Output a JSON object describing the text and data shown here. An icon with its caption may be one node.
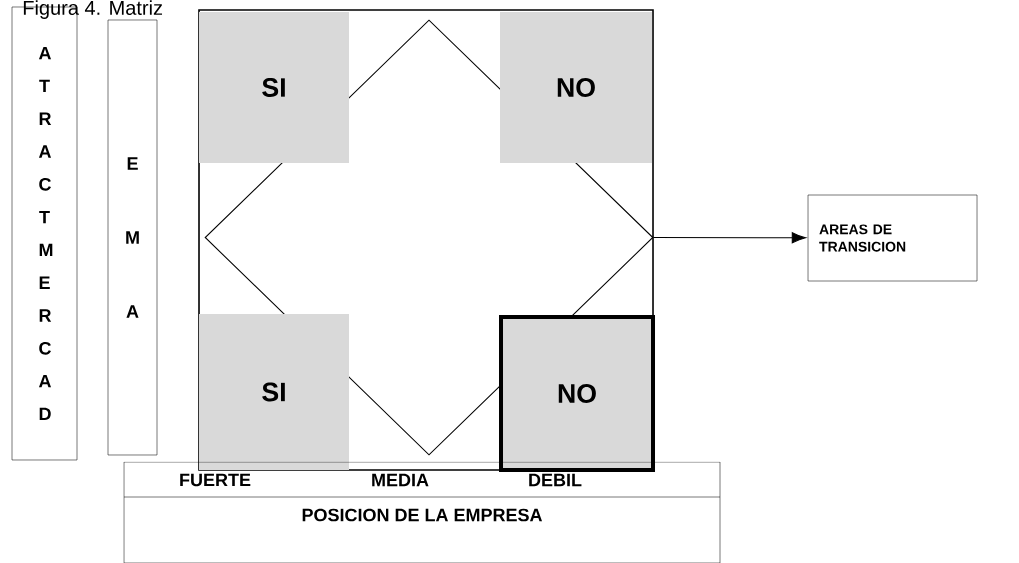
{
  "diagram": {
    "title": "Figura 4. Matriz",
    "nodes": [
      {
        "text": [
          "A T R A C T M E R C A D"
        ]
      },
      {
        "text": [
          "E",
          "M",
          "A"
        ]
      },
      {
        "text": [],
        "shape": "box"
      },
      {
        "text": [],
        "shape": "diamond",
        "in": 2
      },
      {
        "text": [
          "SI"
        ],
        "in": 2
      },
      {
        "text": [
          "NO"
        ],
        "in": 2
      },
      {
        "text": [
          "SI"
        ],
        "in": 2
      },
      {
        "text": [
          "NO"
        ],
        "in": 2
      },
      {
        "text": [
          "AREAS DE TRANSICION"
        ]
      },
      {
        "text": [
          "FUERTE",
          "MEDIA",
          "DEBIL",
          "POSICION DE LA EMPRESA"
        ]
      }
    ],
    "edges": [
      {
        "from": 3,
        "to": 8,
        "arrow": "to"
      }
    ]
  }
}
